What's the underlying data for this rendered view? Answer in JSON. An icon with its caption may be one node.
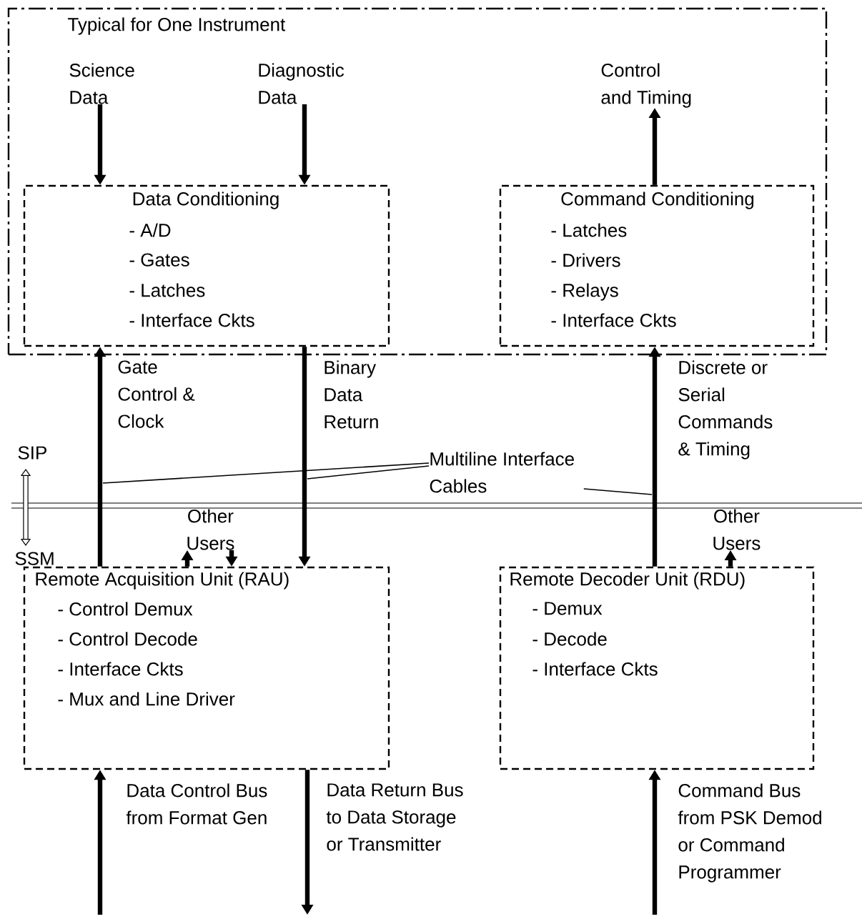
{
  "diagram": {
    "nodes": [
      {
        "text": [
          "Typical for One Instrument"
        ]
      },
      {
        "text": [
          "Science Data"
        ],
        "in": 0
      },
      {
        "text": [
          "Diagnostic Data"
        ],
        "in": 0
      },
      {
        "text": [
          "Control and Timing"
        ],
        "in": 0
      },
      {
        "text": [
          "Data Conditioning",
          "- A/D",
          "- Gates",
          "- Latches",
          "- Interface Ckts"
        ],
        "in": 0
      },
      {
        "text": [
          "Command Conditioning",
          "- Latches",
          "- Drivers",
          "- Relays",
          "- Interface Ckts"
        ],
        "in": 0
      },
      {
        "text": [
          "Remote Acquisition Unit (RAU)",
          "- Control Demux",
          "- Control Decode",
          "- Interface Ckts",
          "- Mux and Line Driver"
        ]
      },
      {
        "text": [
          "Remote Decoder Unit (RDU)",
          "- Demux",
          "- Decode",
          "- Interface Ckts"
        ]
      },
      {
        "text": [
          "Other Users"
        ]
      },
      {
        "text": [
          "Other Users"
        ]
      },
      {
        "text": [
          "Multiline Interface Cables"
        ]
      }
    ],
    "edges": [
      {
        "from": 1,
        "to": 4,
        "arrow": "to"
      },
      {
        "from": 2,
        "to": 4,
        "arrow": "to"
      },
      {
        "from": 5,
        "to": 3,
        "arrow": "to"
      },
      {
        "from": 6,
        "to": 4,
        "arrow": "to",
        "label": "Gate Control & Clock"
      },
      {
        "from": 4,
        "to": 6,
        "arrow": "to",
        "label": "Binary Data Return"
      },
      {
        "from": 7,
        "to": 5,
        "arrow": "to",
        "label": "Discrete or Serial Commands & Timing"
      },
      {
        "from": 6,
        "to": 8,
        "arrow": "to"
      },
      {
        "from": 8,
        "to": 6,
        "arrow": "to"
      },
      {
        "from": 7,
        "to": 9,
        "arrow": "to"
      },
      {
        "from": null,
        "to": 6,
        "arrow": "to",
        "label": "Data Control Bus from Format Gen"
      },
      {
        "from": 6,
        "to": null,
        "arrow": "to",
        "label": "Data Return Bus to Data Storage or Transmitter"
      },
      {
        "from": null,
        "to": 7,
        "arrow": "to",
        "label": "Command Bus from PSK Demod or Command Programmer"
      },
      {
        "from": 10,
        "to": null,
        "arrow": "none"
      },
      {
        "from": 10,
        "to": null,
        "arrow": "none"
      },
      {
        "from": 10,
        "to": null,
        "arrow": "none"
      }
    ],
    "labels": [
      "SIP",
      "SSM"
    ]
  }
}
